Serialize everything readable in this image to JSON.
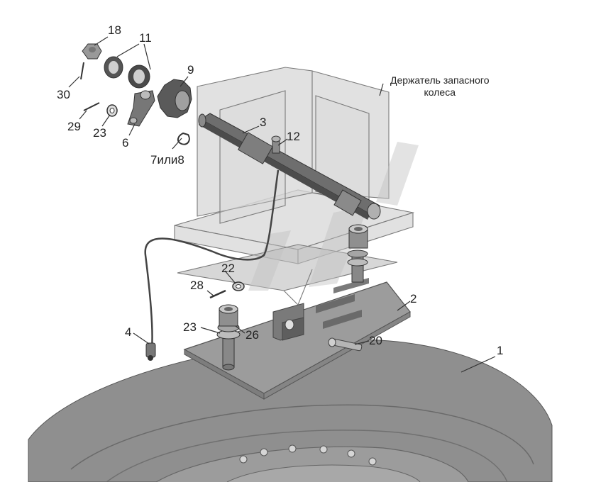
{
  "caption": {
    "line1": "Держатель запасного",
    "line2": "колеса"
  },
  "callouts": {
    "c1": "1",
    "c2": "2",
    "c3": "3",
    "c4": "4",
    "c6": "6",
    "c7or8": "7или8",
    "c9": "9",
    "c11": "11",
    "c12": "12",
    "c18": "18",
    "c20": "20",
    "c22": "22",
    "c23a": "23",
    "c23b": "23",
    "c26": "26",
    "c28": "28",
    "c29": "29",
    "c30": "30"
  },
  "colors": {
    "background": "#ffffff",
    "line": "#333333",
    "tire": "#8e8e8e",
    "plate": "#9a9a9a",
    "bracket_glass": "#d6d6d6"
  }
}
